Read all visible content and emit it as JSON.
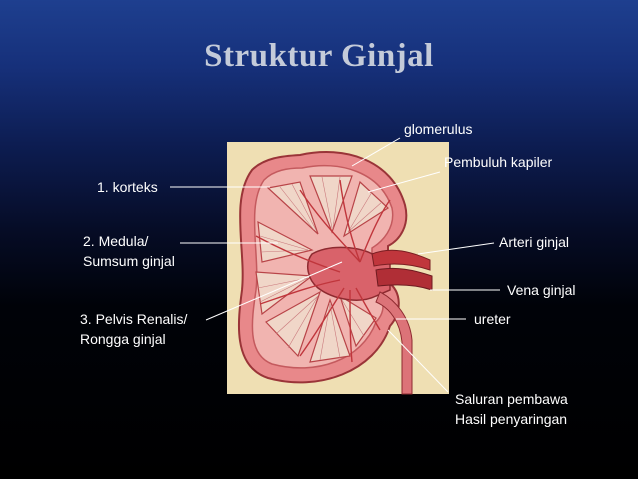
{
  "title": "Struktur Ginjal",
  "labels": {
    "glomerulus": "glomerulus",
    "pembuluh_kapiler": "Pembuluh kapiler",
    "korteks": "1. korteks",
    "medula_line1": "2. Medula/",
    "medula_line2": "Sumsum ginjal",
    "arteri": "Arteri ginjal",
    "vena": "Vena ginjal",
    "pelvis_line1": "3. Pelvis Renalis/",
    "pelvis_line2": "Rongga ginjal",
    "ureter": "ureter",
    "saluran_line1": "Saluran pembawa",
    "saluran_line2": "Hasil penyaringan"
  },
  "colors": {
    "panel": "#efdfb3",
    "kidney": "#e8888a",
    "kidney_dark": "#b84448",
    "pyramid": "#f0d6c8",
    "vessel": "#c0363c",
    "pelvis": "#d9626a"
  }
}
